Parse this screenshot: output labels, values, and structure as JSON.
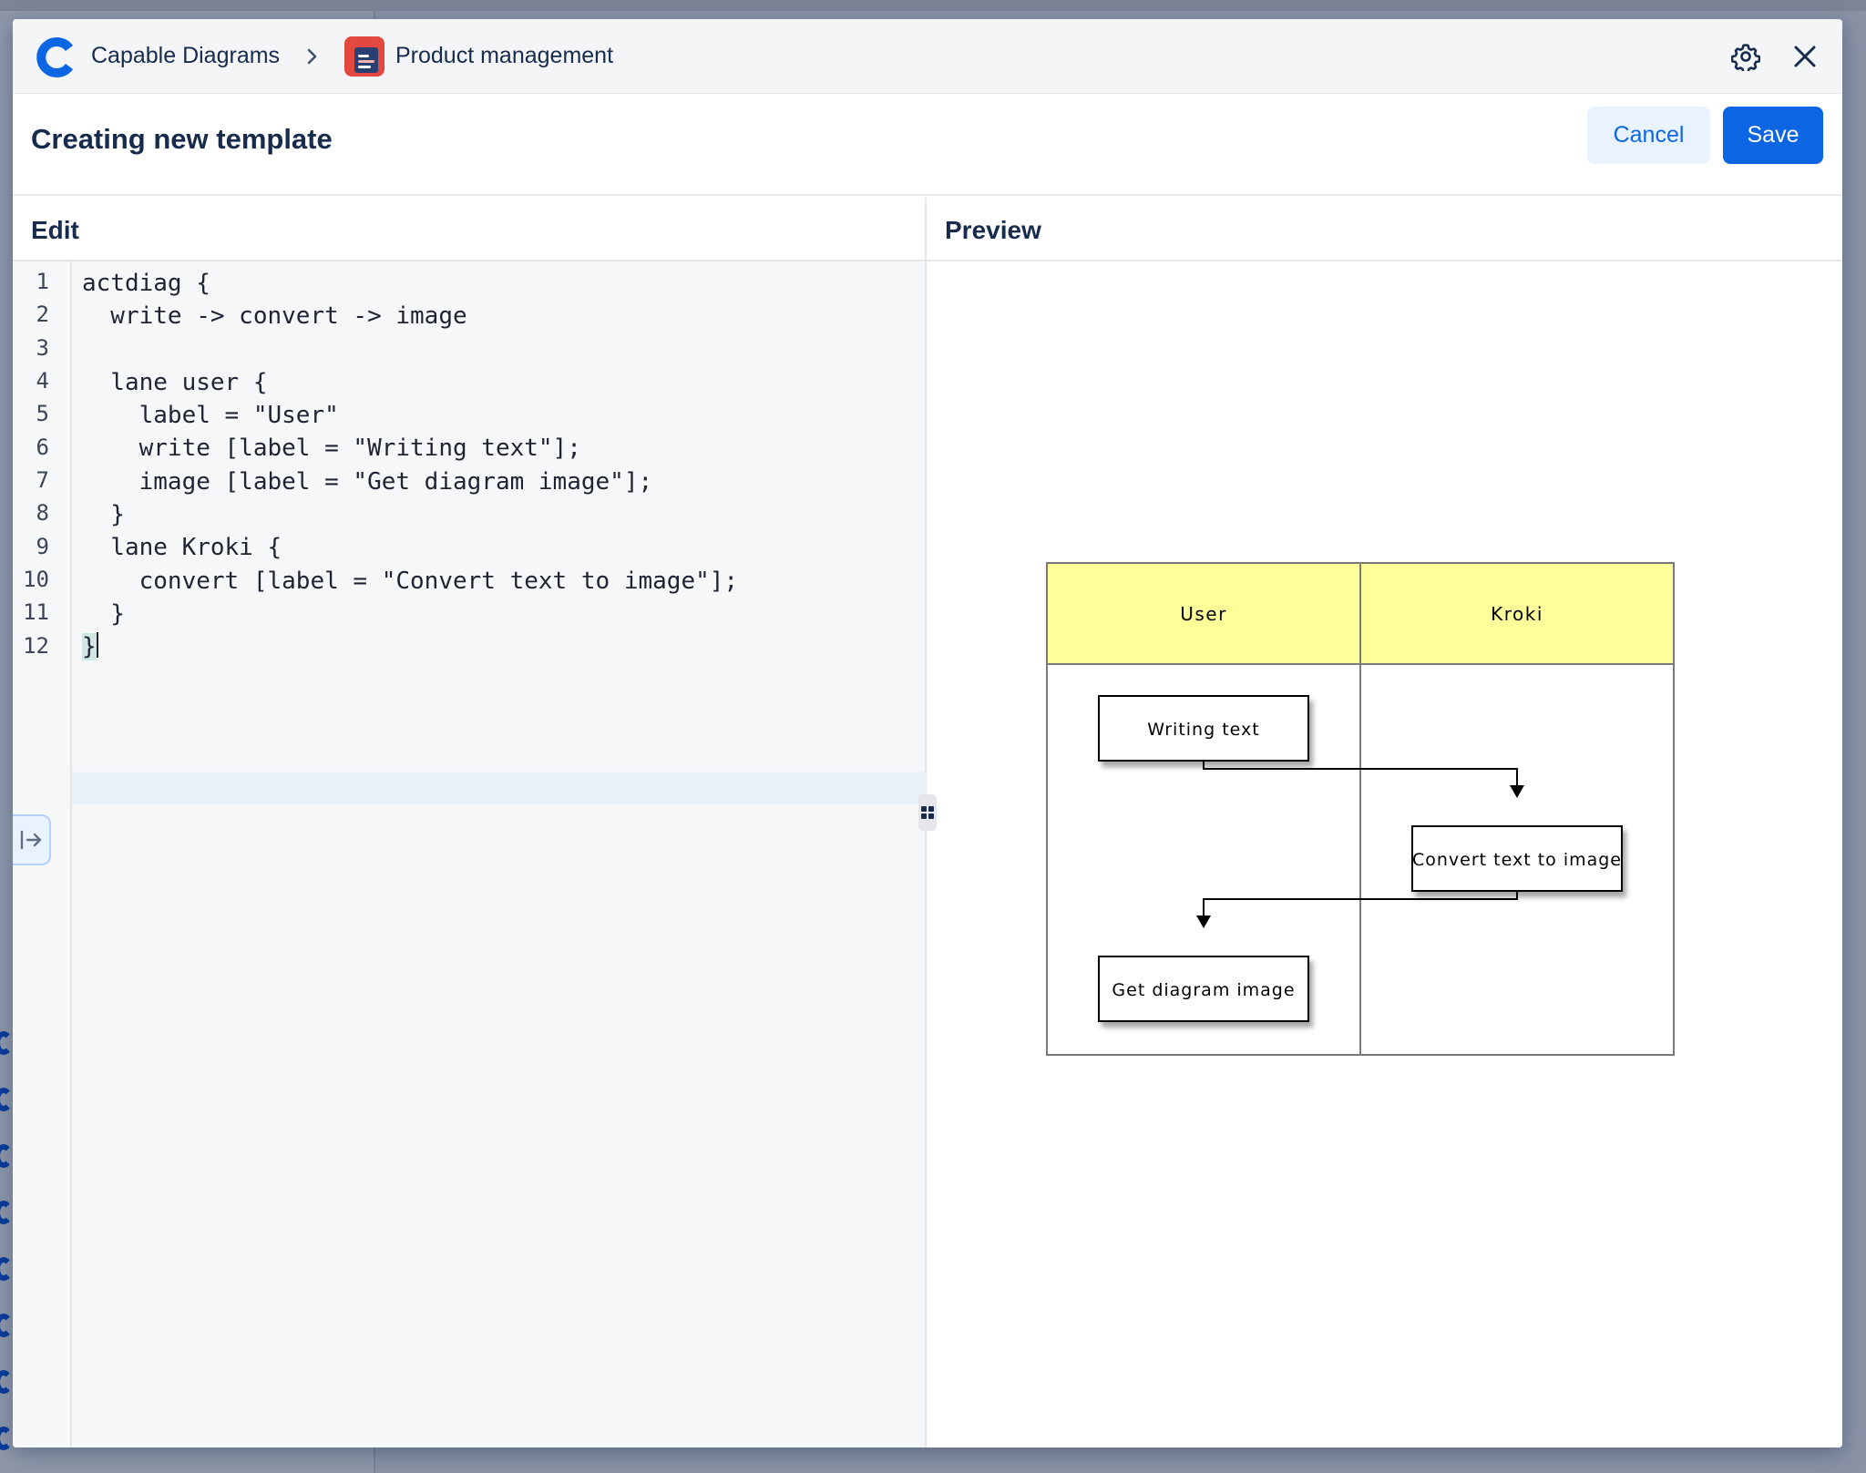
{
  "header": {
    "app_name": "Capable Diagrams",
    "space_name": "Product management",
    "settings_icon": "gear-icon",
    "close_icon": "close-icon"
  },
  "title_bar": {
    "title": "Creating new template",
    "cancel_label": "Cancel",
    "save_label": "Save"
  },
  "editor": {
    "label": "Edit",
    "line_numbers": [
      "1",
      "2",
      "3",
      "4",
      "5",
      "6",
      "7",
      "8",
      "9",
      "10",
      "11",
      "12"
    ],
    "lines": [
      "actdiag {",
      "  write -> convert -> image",
      "",
      "  lane user {",
      "    label = \"User\"",
      "    write [label = \"Writing text\"];",
      "    image [label = \"Get diagram image\"];",
      "  }",
      "  lane Kroki {",
      "    convert [label = \"Convert text to image\"];",
      "  }",
      "}"
    ]
  },
  "preview": {
    "label": "Preview",
    "diagram": {
      "lanes": [
        "User",
        "Kroki"
      ],
      "nodes": {
        "write": "Writing text",
        "convert": "Convert text to image",
        "image": "Get diagram image"
      },
      "lane_header_color": "#ffff99"
    }
  },
  "colors": {
    "brand": "#0c66e4",
    "cancel_bg": "#e9f2ff",
    "modal_overlay": "#8a93a6"
  }
}
